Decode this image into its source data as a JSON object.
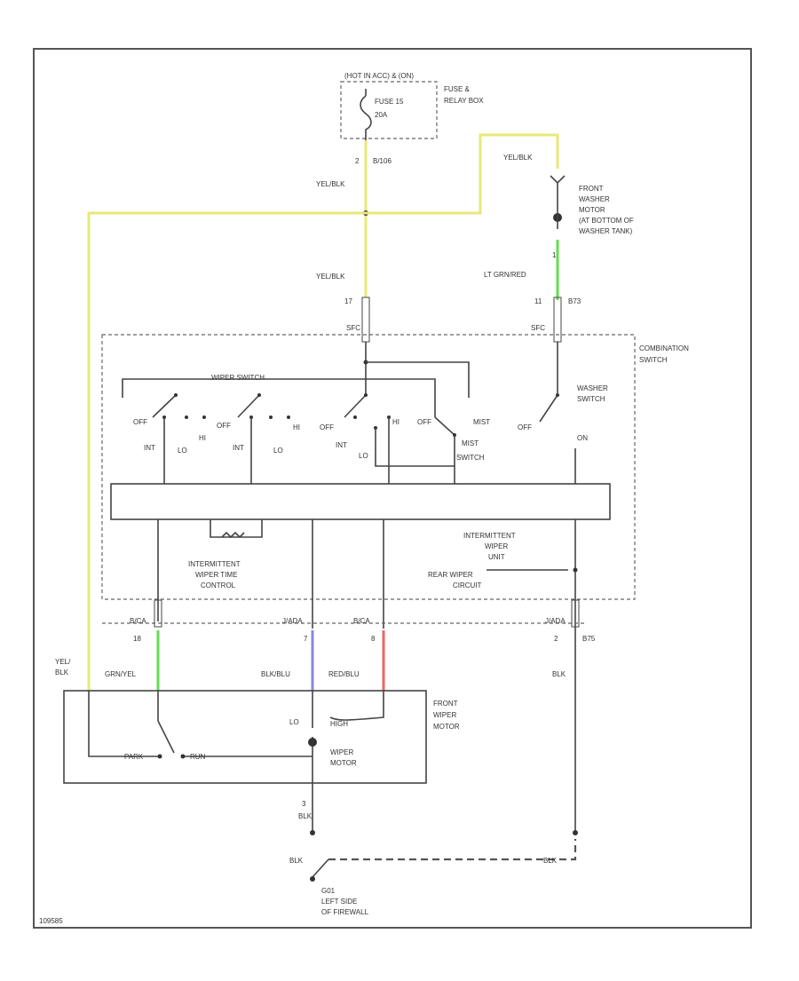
{
  "colors": {
    "yellow": "#e8e87a",
    "green": "#66dd55",
    "blue": "#8888dd",
    "red": "#ee6666",
    "wire": "#444444"
  },
  "labels": {
    "hot_at_all_times": "(HOT IN ACC) & (ON)",
    "fuse": "FUSE 15",
    "fuse_amps": "20A",
    "fuse_box": "FUSE &",
    "relay_box": "RELAY BOX",
    "conn_top_pin": "2",
    "conn_top_id": "B/106",
    "yel_blk_1": "YEL/BLK",
    "yel_blk_2": "YEL/BLK",
    "yel_blk_3": "YEL/BLK",
    "front_washer_motor": [
      "FRONT",
      "WASHER",
      "MOTOR",
      "(AT BOTTOM OF",
      "WASHER TANK)"
    ],
    "lt_grn_red": "LT GRN/RED",
    "pin_1": "1",
    "pin_17": "17",
    "pin_11": "11",
    "conn_s73": "B73",
    "conn_sfc_1": "SFC",
    "conn_sfc_2": "SFC",
    "combination_switch": [
      "COMBINATION",
      "SWITCH"
    ],
    "wiper_switch": "WIPER SWITCH",
    "washer_switch": [
      "WASHER",
      "SWITCH"
    ],
    "mist_switch": [
      "MIST",
      "SWITCH"
    ],
    "off": "OFF",
    "int": "INT",
    "lo": "LO",
    "hi": "HI",
    "mist": "MIST",
    "on": "ON",
    "int_wiper_unit": [
      "INTERMITTENT",
      "WIPER",
      "UNIT"
    ],
    "rear_wiper_circuit": [
      "REAR WIPER",
      "CIRCUIT"
    ],
    "int_wiper_time_control": [
      "INTERMITTENT",
      "WIPER TIME",
      "CONTROL"
    ],
    "conn_b_1": "B/CA",
    "conn_b_2": "J/ADA",
    "conn_b_3": "B/CA",
    "conn_b_4": "J/ADA",
    "pin_18": "18",
    "pin_7": "7",
    "pin_8": "8",
    "pin_2": "2",
    "conn_b75": "B75",
    "yel_blk_left": [
      "YEL/",
      "BLK"
    ],
    "grn_yel": "GRN/YEL",
    "blu_blu": "BLK/BLU",
    "red_blu": "RED/BLU",
    "blk_1": "BLK",
    "front_wiper_motor": [
      "FRONT",
      "WIPER",
      "MOTOR"
    ],
    "lo_label": "LO",
    "high_label": "HIGH",
    "park": "PARK",
    "run": "RUN",
    "wiper_motor": [
      "WIPER",
      "MOTOR"
    ],
    "pin_3": "3",
    "blk_2": "BLK",
    "blk_3": "BLK",
    "g01": "G01",
    "ground_loc": [
      "LEFT SIDE",
      "OF FIREWALL"
    ],
    "blk_dashed": "BLK",
    "figure_id": "109585"
  }
}
